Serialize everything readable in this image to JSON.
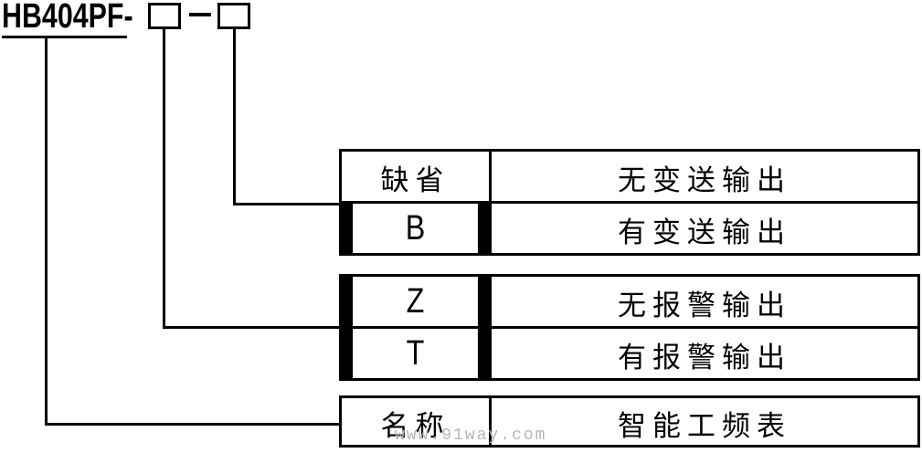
{
  "model": {
    "prefix": "HB404PF-"
  },
  "tables": [
    {
      "name": "transmit-output-options",
      "rows": [
        {
          "code": "缺省",
          "desc": "无变送输出"
        },
        {
          "code": "B",
          "desc": "有变送输出"
        }
      ]
    },
    {
      "name": "alarm-output-options",
      "rows": [
        {
          "code": "Z",
          "desc": "无报警输出"
        },
        {
          "code": "T",
          "desc": "有报警输出"
        }
      ]
    },
    {
      "name": "product-name",
      "rows": [
        {
          "code": "名称",
          "desc": "智能工频表"
        }
      ]
    }
  ],
  "watermark": "www.91way.com",
  "colors": {
    "line": "#000000",
    "background": "#ffffff",
    "watermark": "#b5b5b5"
  }
}
